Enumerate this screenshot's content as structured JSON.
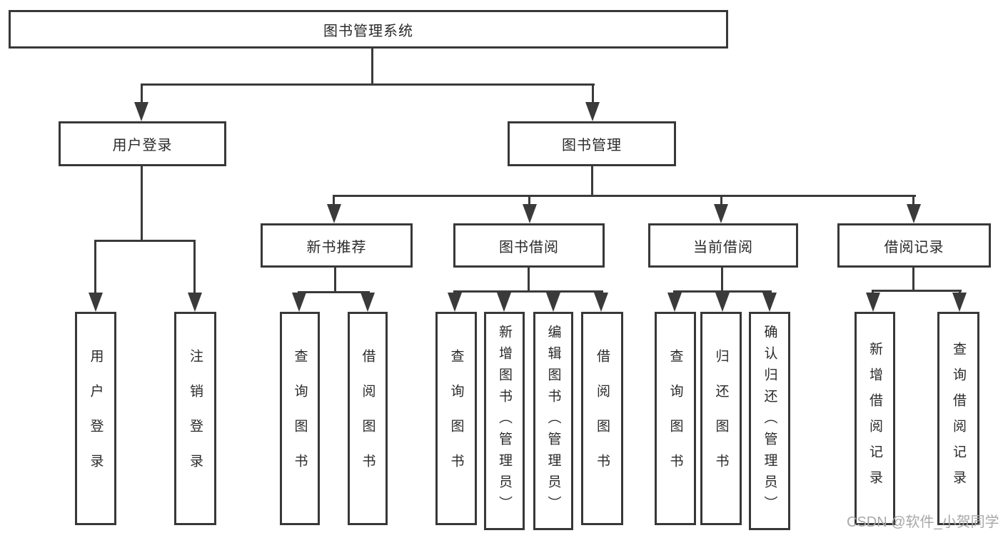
{
  "root": {
    "label": "图书管理系统"
  },
  "level2": [
    {
      "label": "用户登录"
    },
    {
      "label": "图书管理"
    }
  ],
  "level3": [
    {
      "label": "新书推荐"
    },
    {
      "label": "图书借阅"
    },
    {
      "label": "当前借阅"
    },
    {
      "label": "借阅记录"
    }
  ],
  "leaves": [
    {
      "label": "用户登录"
    },
    {
      "label": "注销登录"
    },
    {
      "label": "查询图书"
    },
    {
      "label": "借阅图书"
    },
    {
      "label": "查询图书"
    },
    {
      "label": "新增图书（管理员）"
    },
    {
      "label": "编辑图书（管理员）"
    },
    {
      "label": "借阅图书"
    },
    {
      "label": "查询图书"
    },
    {
      "label": "归还图书"
    },
    {
      "label": "确认归还（管理员）"
    },
    {
      "label": "新增借阅记录"
    },
    {
      "label": "查询借阅记录"
    }
  ],
  "watermark": {
    "text": "CSDN @软件_小贺同学"
  },
  "colors": {
    "line": "#3a3a3a",
    "border": "#383838",
    "text": "#2a2a2a",
    "watermark": "#a8a8a8",
    "background": "#ffffff"
  }
}
